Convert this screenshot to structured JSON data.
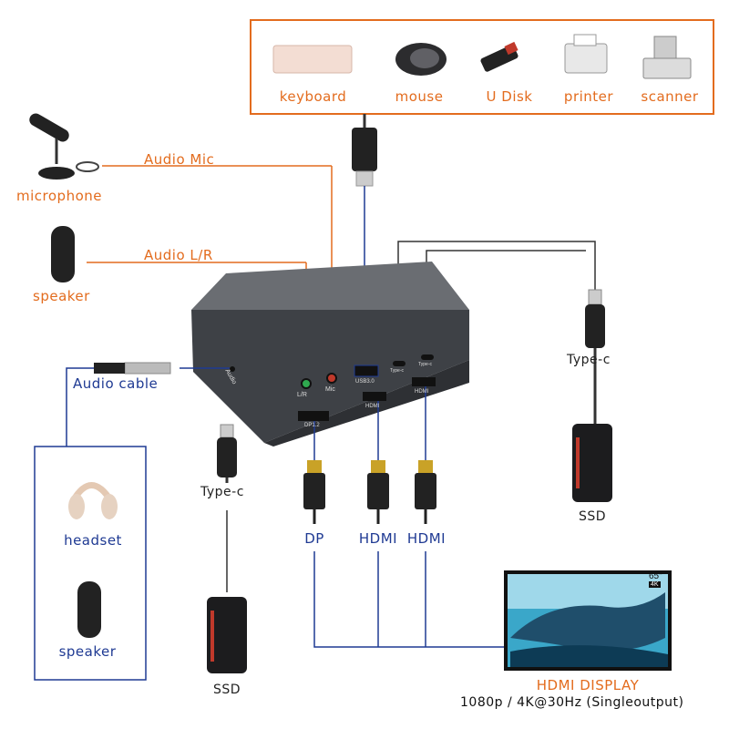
{
  "peripherals": {
    "keyboard": "keyboard",
    "mouse": "mouse",
    "udisk": "U Disk",
    "printer": "printer",
    "scanner": "scanner"
  },
  "audio": {
    "mic_line": "Audio  Mic",
    "lr_line": "Audio  L/R",
    "microphone": "microphone",
    "speaker_top": "speaker",
    "audio_cable": "Audio  cable",
    "headset": "headset",
    "speaker_bottom": "speaker"
  },
  "hub_ports": {
    "lr": "L/R",
    "mic": "Mic",
    "usb": "USB3.0",
    "typec1": "Type-c",
    "typec2": "Type-c",
    "hdmi1": "HDMI",
    "hdmi2": "HDMI",
    "dp": "DP1.2",
    "audio_side": "Audio"
  },
  "connectors": {
    "typec_left": "Type-c",
    "typec_right": "Type-c",
    "dp": "DP",
    "hdmi1": "HDMI",
    "hdmi2": "HDMI"
  },
  "storage": {
    "ssd_left": "SSD",
    "ssd_right": "SSD"
  },
  "display": {
    "size": "65\"",
    "badge": "4K",
    "title": "HDMI DISPLAY",
    "spec": "1080p / 4K@30Hz (Singleoutput)"
  },
  "colors": {
    "orange": "#e36c1e",
    "blue": "#1f3a93",
    "hub": "#4a4d52"
  }
}
